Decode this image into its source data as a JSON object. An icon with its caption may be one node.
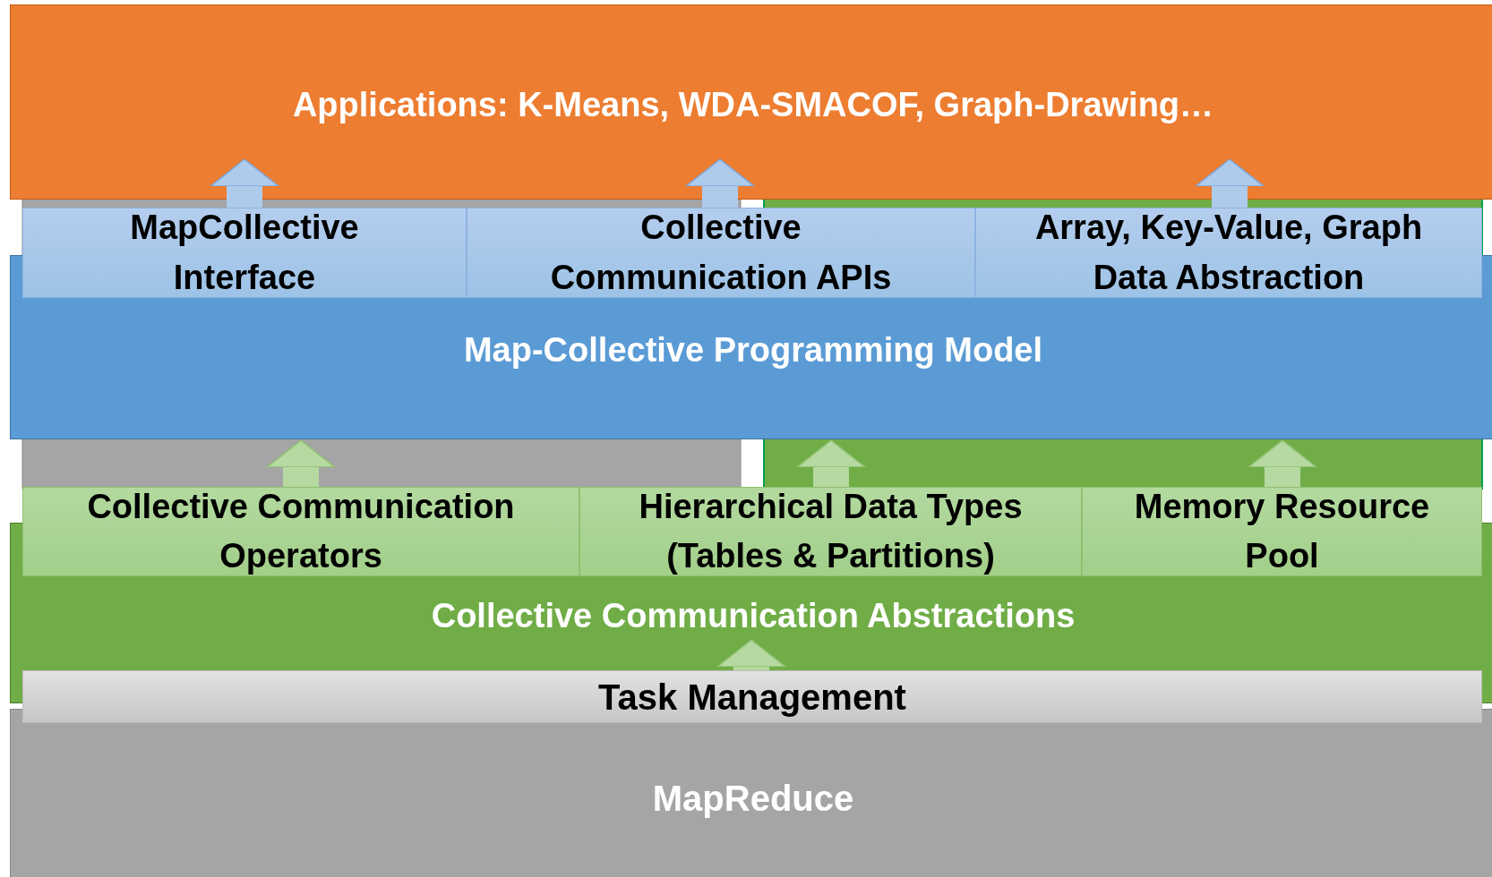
{
  "diagram": {
    "nodes": [
      {
        "text": [
          "Applications: K-Means, WDA-SMACOF, Graph-Drawing…"
        ]
      },
      {
        "text": [
          "Map-Collective Programming Model"
        ]
      },
      {
        "text": [
          "MapCollective Interface"
        ]
      },
      {
        "text": [
          "Collective Communication APIs"
        ]
      },
      {
        "text": [
          "Array, Key-Value, Graph Data Abstraction"
        ]
      },
      {
        "text": [
          "Collective Communication Abstractions"
        ]
      },
      {
        "text": [
          "Collective Communication Operators"
        ]
      },
      {
        "text": [
          "Hierarchical Data Types (Tables & Partitions)"
        ]
      },
      {
        "text": [
          "Memory Resource Pool"
        ]
      },
      {
        "text": [
          "Task Management"
        ]
      },
      {
        "text": [
          "MapReduce"
        ]
      }
    ],
    "edges": [
      {
        "from": 2,
        "to": 0,
        "arrow": "to"
      },
      {
        "from": 3,
        "to": 0,
        "arrow": "to"
      },
      {
        "from": 4,
        "to": 0,
        "arrow": "to"
      },
      {
        "from": 6,
        "to": 1,
        "arrow": "to"
      },
      {
        "from": 7,
        "to": 1,
        "arrow": "to"
      },
      {
        "from": 8,
        "to": 1,
        "arrow": "to"
      },
      {
        "from": 9,
        "to": 5,
        "arrow": "to"
      }
    ]
  }
}
